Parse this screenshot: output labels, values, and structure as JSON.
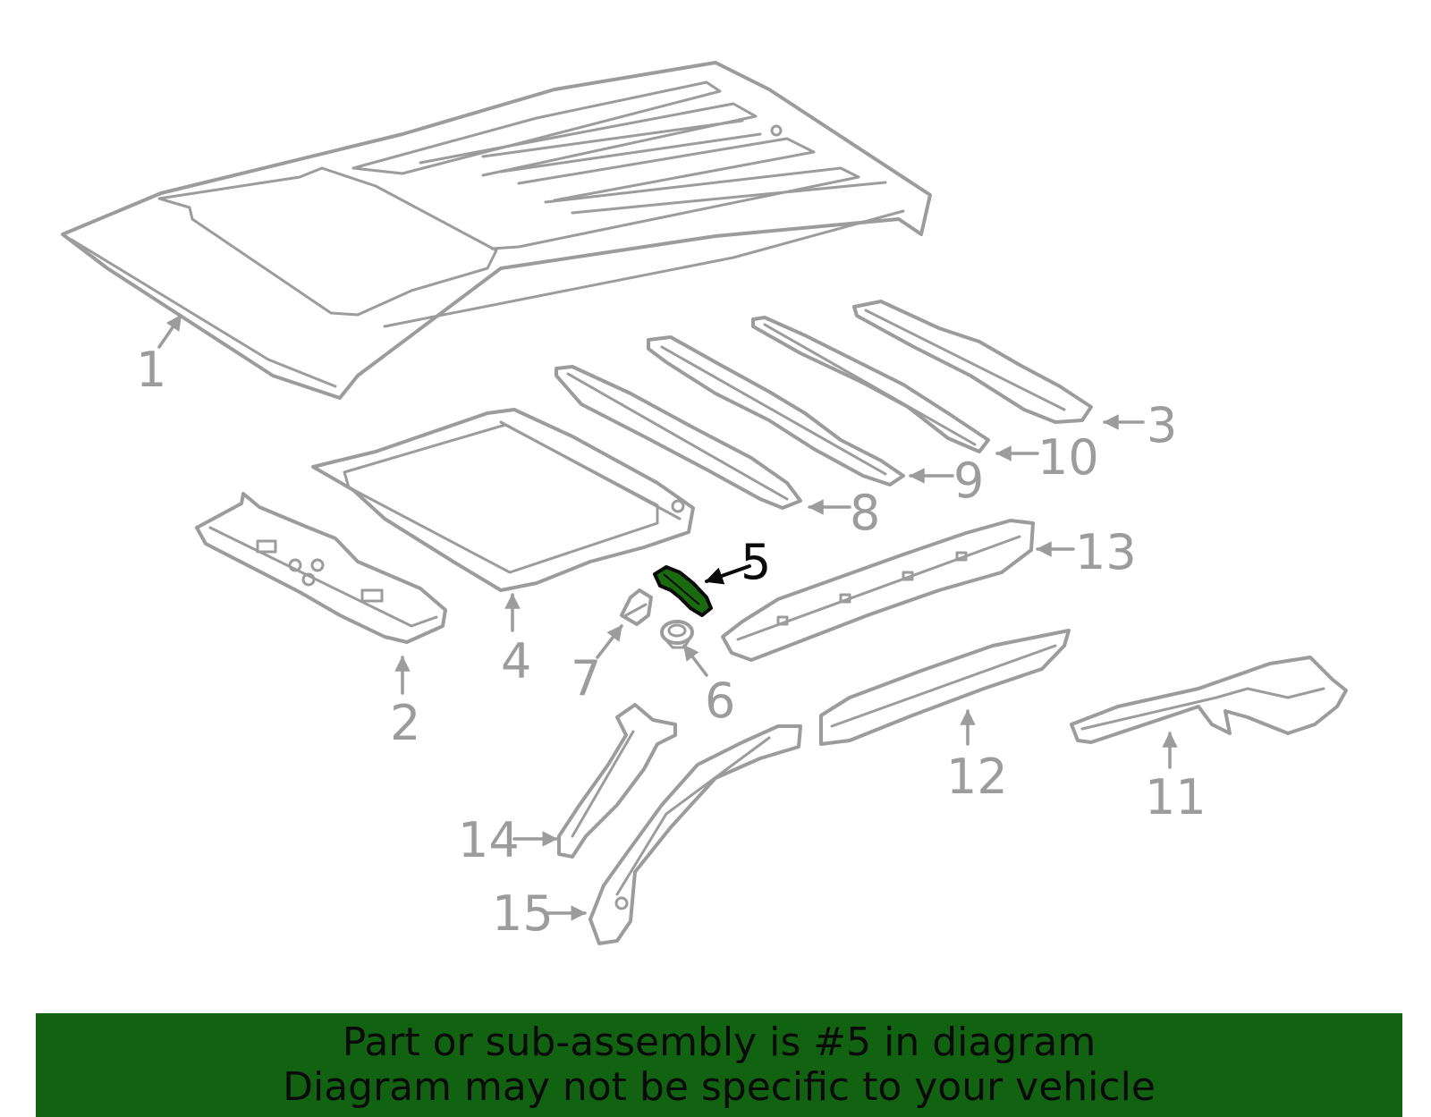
{
  "diagram": {
    "highlighted_part": "5",
    "callouts": [
      "1",
      "2",
      "3",
      "4",
      "5",
      "6",
      "7",
      "8",
      "9",
      "10",
      "11",
      "12",
      "13",
      "14",
      "15"
    ]
  },
  "banner": {
    "line1": "Part or sub-assembly is #5 in diagram",
    "line2": "Diagram may not be specific to your vehicle"
  },
  "colors": {
    "banner_bg": "#116311",
    "highlight_fill": "#1a6b10",
    "outline": "#9c9c9c",
    "highlight_text": "#0a0a0a"
  }
}
